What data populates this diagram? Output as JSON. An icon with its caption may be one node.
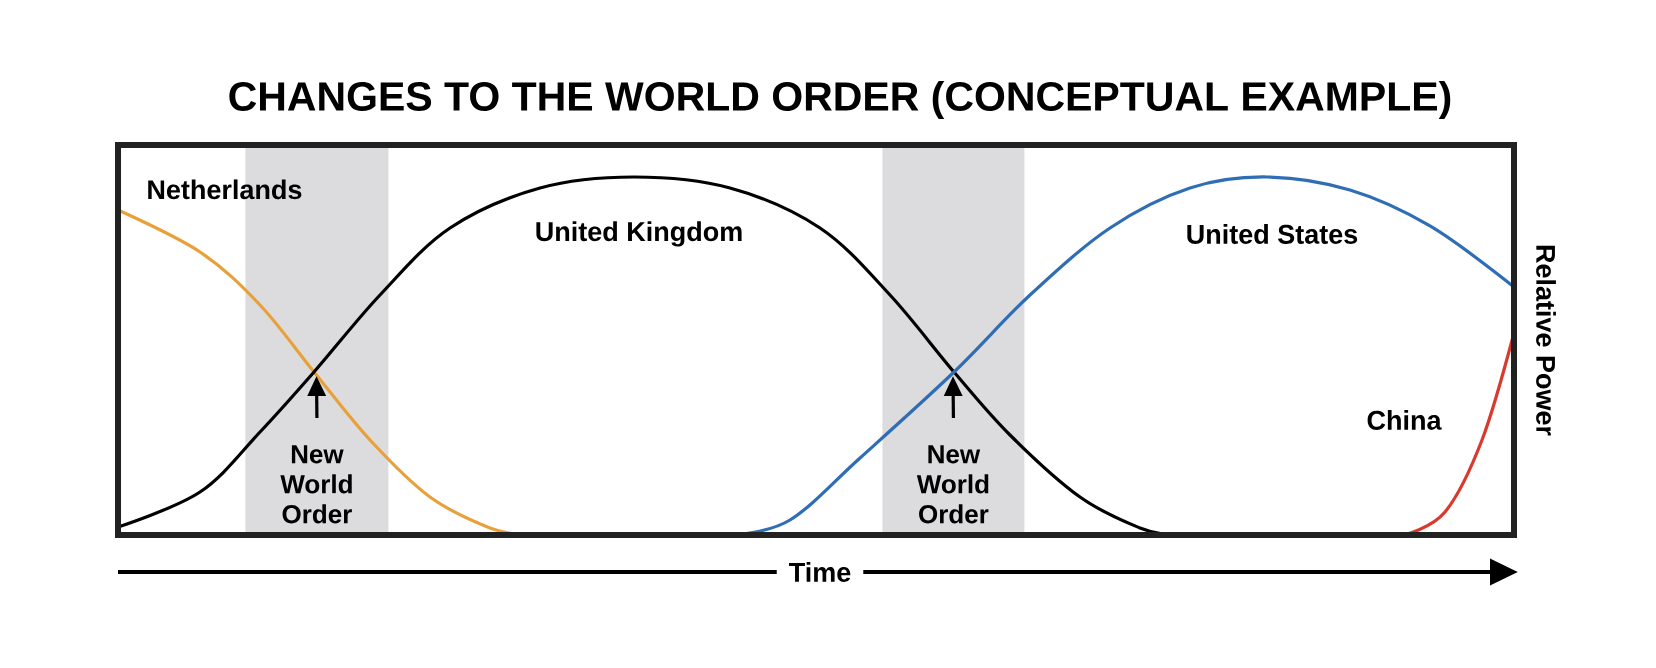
{
  "diagram": {
    "title": "CHANGES TO THE WORLD ORDER (CONCEPTUAL EXAMPLE)",
    "nodes": [
      {
        "text": [
          "New World Order"
        ]
      },
      {
        "text": [
          "New World Order"
        ]
      }
    ],
    "edges": [
      {
        "from": 0,
        "to": null,
        "arrow": "to"
      },
      {
        "from": 1,
        "to": null,
        "arrow": "to"
      }
    ],
    "labels": [
      "Netherlands",
      "United Kingdom",
      "United States",
      "Relative Power",
      "China",
      "Time"
    ]
  }
}
